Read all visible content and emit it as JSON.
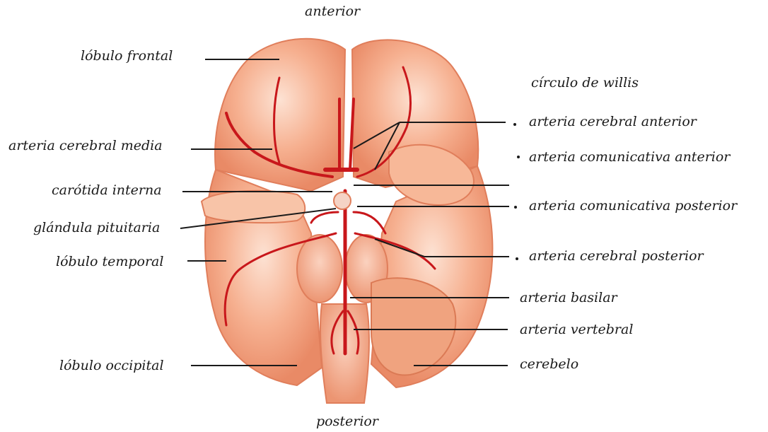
{
  "orientation": {
    "top": "anterior",
    "bottom": "posterior"
  },
  "heading": "círculo de willis",
  "labels_left": {
    "frontal_lobe": "lóbulo frontal",
    "middle_cerebral": "arteria cerebral media",
    "internal_carotid": "carótida interna",
    "pituitary": "glándula pituitaria",
    "temporal_lobe": "lóbulo temporal",
    "occipital_lobe": "lóbulo occipital"
  },
  "labels_right": {
    "anterior_cerebral": "arteria cerebral anterior",
    "anterior_communicating": "arteria comunicativa anterior",
    "posterior_communicating": "arteria comunicativa posterior",
    "posterior_cerebral": "arteria cerebral posterior",
    "basilar": "arteria basilar",
    "vertebral": "arteria vertebral",
    "cerebellum": "cerebelo"
  },
  "colors": {
    "brain_base": "#f3a27f",
    "brain_light": "#fbd3c0",
    "brain_shadow": "#e07e5b",
    "artery": "#c8171b",
    "leader_line": "#1a1a1a"
  }
}
